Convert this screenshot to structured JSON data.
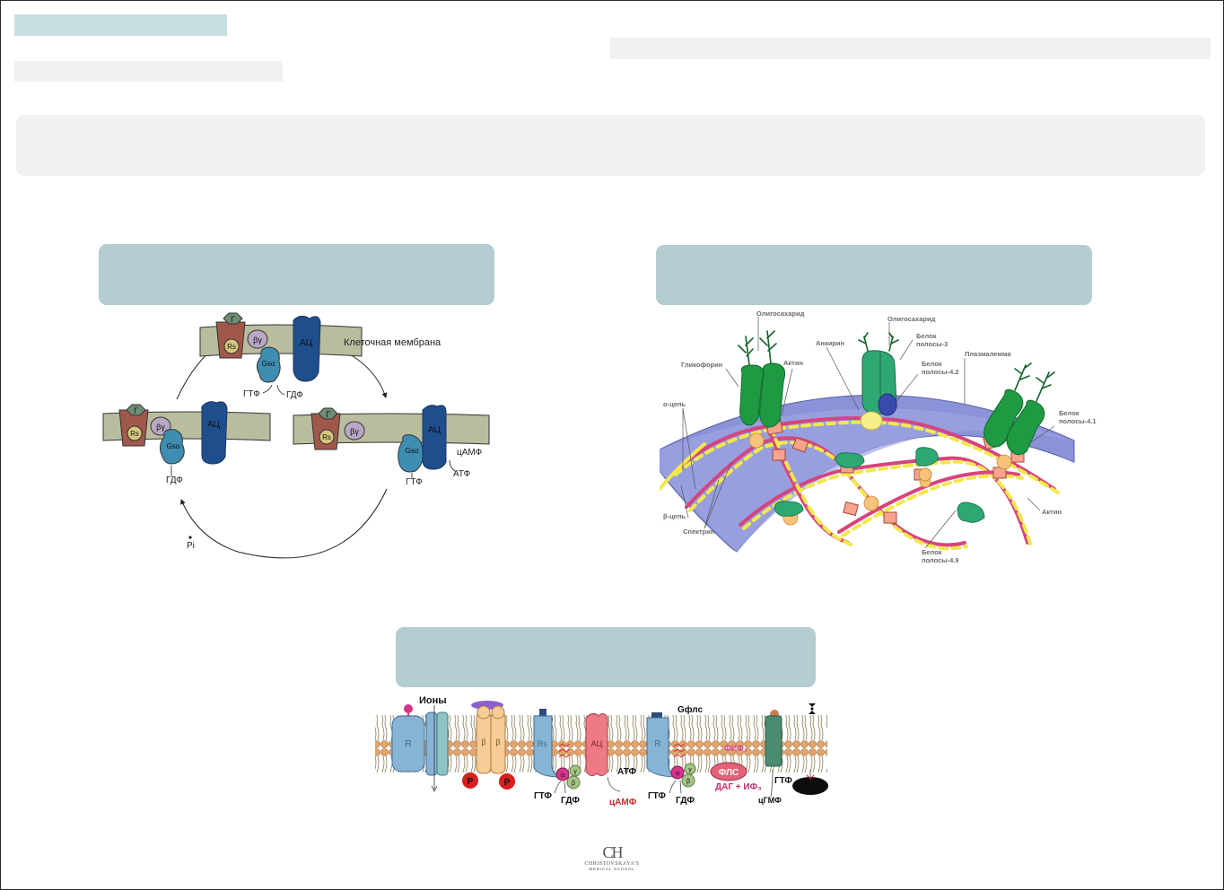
{
  "diagram_gprotein_cycle": {
    "membrane_label": "Клеточная мембрана",
    "gamma": "Г",
    "receptor": "Rs",
    "beta_gamma": "βγ",
    "gs": "Gsα",
    "ac": "АЦ",
    "gtp": "ГТФ",
    "gdp": "ГДФ",
    "camp": "цАМФ",
    "atp": "АТФ",
    "pi": "Pi"
  },
  "diagram_erythrocyte_membrane": {
    "oligosaccharide_1": "Олигосахарид",
    "oligosaccharide_2": "Олигосахарид",
    "glycophorin": "Гликофорин",
    "actin_top": "Актин",
    "ankyrin": "Анкирин",
    "band3_line1": "Белок",
    "band3_line2": "полосы-3",
    "band42_line1": "Белок",
    "band42_line2": "полосы-4.2",
    "plasmalemma": "Плазмалемма",
    "band41_line1": "Белок",
    "band41_line2": "полосы-4.1",
    "alpha_chain": "α-цепь",
    "beta_chain": "β-цепь",
    "spectrin": "Спектрин",
    "actin_bottom": "Актин",
    "band49_line1": "Белок",
    "band49_line2": "полосы-4.9"
  },
  "diagram_signaling": {
    "ions": "Ионы",
    "receptor_r1": "R",
    "beta_1": "β",
    "beta_2": "β",
    "rs": "Rs",
    "ac": "АЦ",
    "receptor_r2": "R",
    "g_plc": "Gфлс",
    "phosphate_1": "P",
    "phosphate_2": "P",
    "gtp_1": "ГТФ",
    "gdp_1": "ГДФ",
    "atp": "АТФ",
    "camp": "цАМФ",
    "gtp_2": "ГТФ",
    "gdp_2": "ГДФ",
    "pip2": "ФИФ₂",
    "plc": "ФЛС",
    "dag_ip3": "ДАГ + ИФ₃",
    "gtp_3": "ГТФ",
    "cgmp": "цГМФ",
    "alpha_1": "α",
    "gamma_1": "γ",
    "beta_s1": "β",
    "alpha_2": "α",
    "gamma_2": "γ",
    "beta_s2": "β"
  },
  "footer": {
    "logo_monogram": "CH",
    "logo_line1": "CHRISTOVSKAYA'S",
    "logo_line2": "MEDICAL SCHOOL"
  },
  "colors": {
    "caption_bg": "#b4cdd1",
    "title_bg": "#c7dde0",
    "placeholder_bg": "#f1f1f1",
    "membrane": "#b9bd9e",
    "receptor": "#a0584a",
    "gs_alpha": "#3f8db0",
    "ac": "#1f4e8c",
    "spectrin_pink": "#d6457f",
    "spectrin_yellow": "#f3e84a",
    "cell_blue": "#8a93d8",
    "protein_green": "#1f9a43"
  }
}
